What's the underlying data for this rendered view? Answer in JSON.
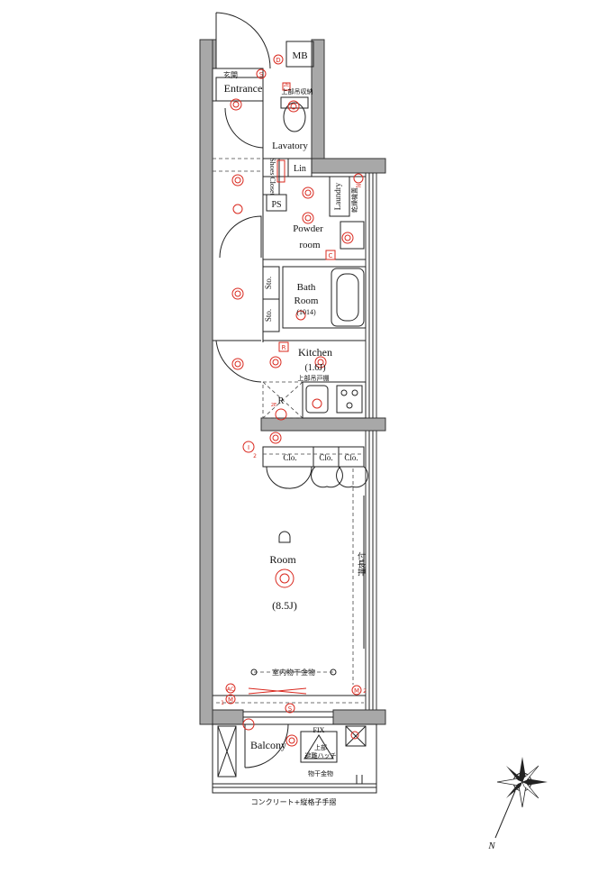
{
  "rooms": {
    "mb": "MB",
    "entrance_jp": "玄関",
    "entrance": "Entrance",
    "entrance_upper_jp": "上部吊収納",
    "lavatory": "Lavatory",
    "shoe_closet": "Shoes Closet",
    "lin": "Lin",
    "ps": "PS",
    "laundry": "Laundry",
    "laundry_jp": "乾燥機置",
    "powder_room_1": "Powder",
    "powder_room_2": "room",
    "sto1": "Sto.",
    "sto2": "Sto.",
    "bath_1": "Bath",
    "bath_2": "Room",
    "bath_size": "(1014)",
    "kitchen": "Kitchen",
    "kitchen_size": "(1.6J)",
    "kitchen_upper_jp": "上部吊戸棚",
    "r_label": "R",
    "clo1": "Clo.",
    "clo2": "Clo.",
    "clo3": "Clo.",
    "room": "Room",
    "room_size": "(8.5J)",
    "furniture_jp": "付長押",
    "indoor_dry_jp": "室内物干金物",
    "fix": "FIX",
    "hatch_jp1": "上部",
    "hatch_jp2": "避難ハッチ",
    "balcony": "Balcony",
    "dry_metal_jp": "物干金物",
    "railing_jp": "コンクリート+縦格子手摺"
  },
  "symbols": {
    "d": "D",
    "s": "S",
    "s2": "S",
    "c": "C",
    "r": "R",
    "ac": "AC",
    "m": "M",
    "m2": "M",
    "i": "I",
    "sub2": "2",
    "sub2b": "2",
    "sub1": "1",
    "num2e_1": "2E",
    "num2e_2": "2E",
    "num2e_3": "2E"
  },
  "compass": {
    "north": "N"
  },
  "colors": {
    "wall": "#a8a8a8",
    "symbol": "#d9281e",
    "line": "#222222"
  }
}
